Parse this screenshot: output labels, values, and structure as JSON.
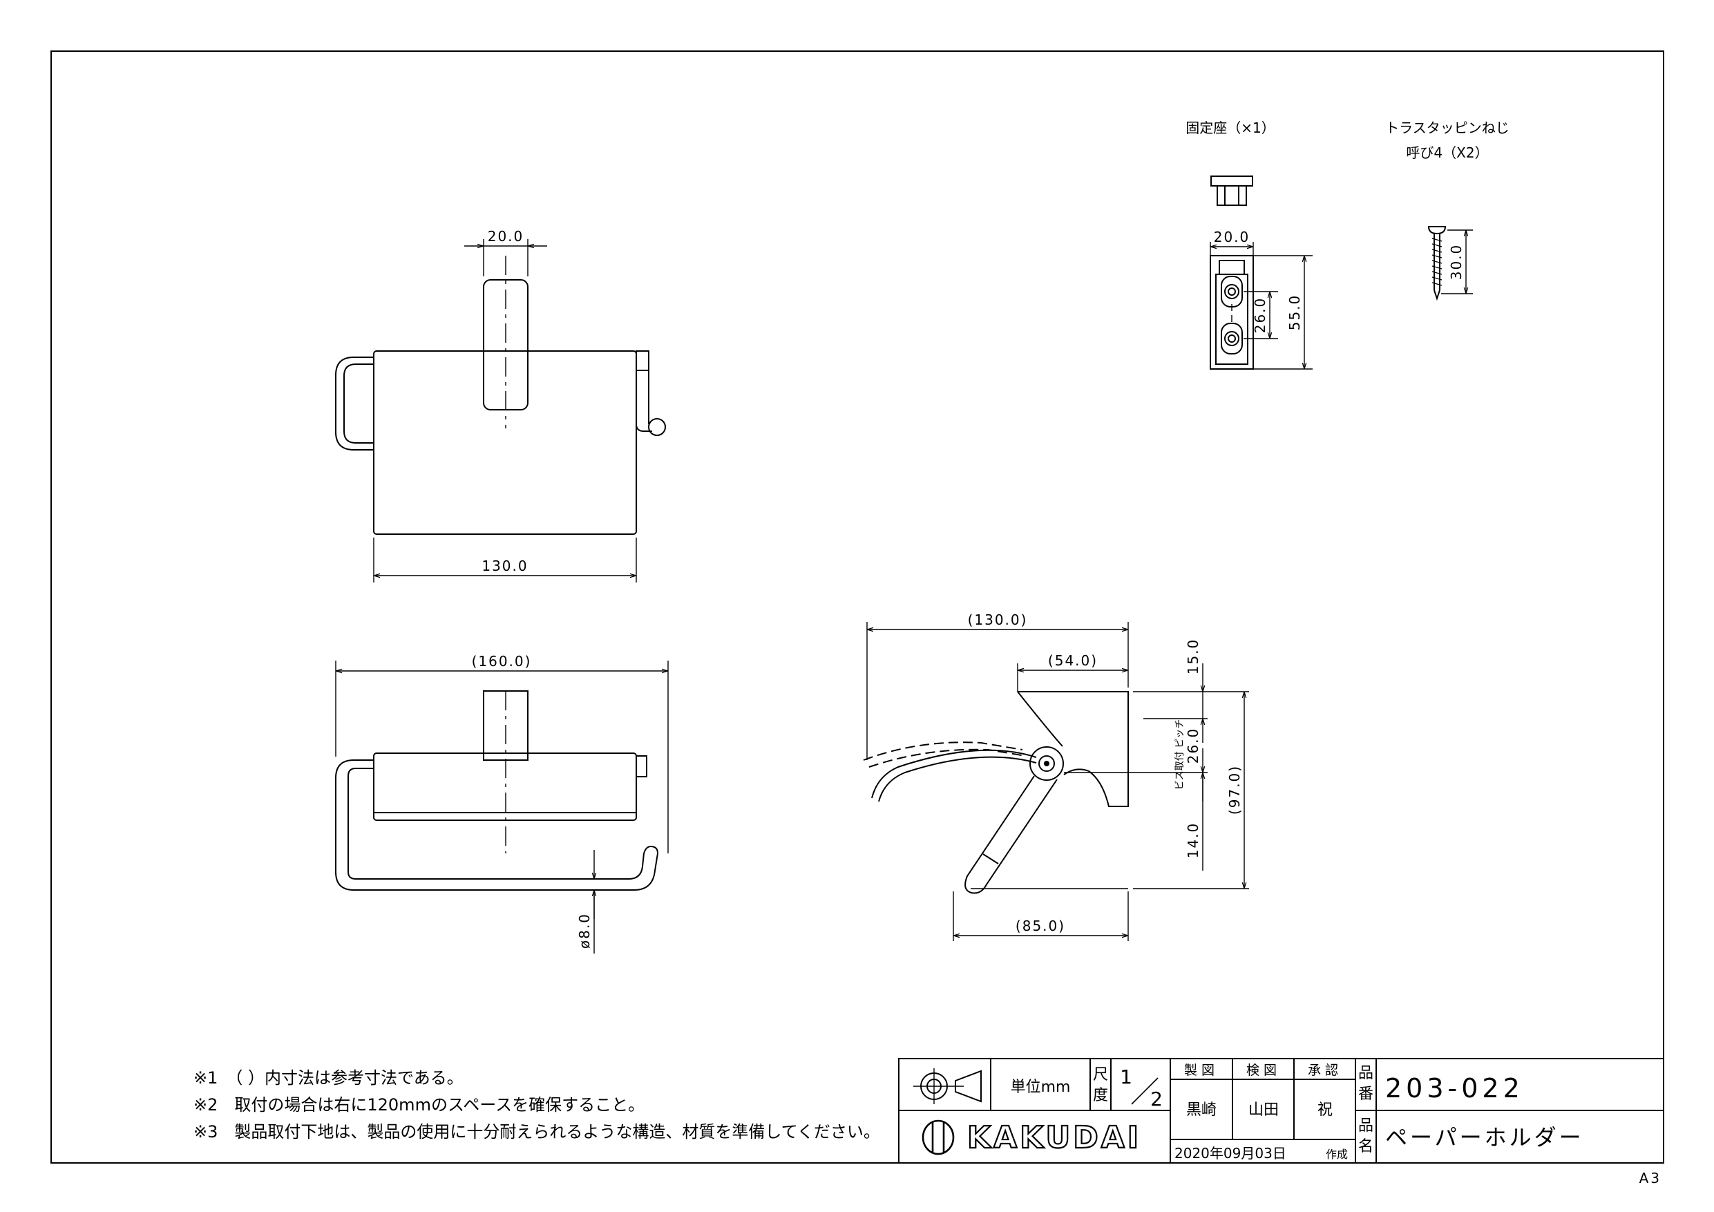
{
  "dimensions": {
    "front_top_width": "20.0",
    "front_width": "130.0",
    "bottom_overall": "(160.0)",
    "rod_diameter": "ø8.0",
    "side_depth": "(130.0)",
    "side_mount_offset": "(54.0)",
    "side_top": "15.0",
    "side_pitch": "26.0",
    "side_bottom": "14.0",
    "side_height": "(97.0)",
    "side_base": "(85.0)",
    "side_pitch_label": "ビス取付 ピッチ",
    "seat_width": "20.0",
    "seat_pitch": "26.0",
    "seat_height": "55.0",
    "screw_length": "30.0"
  },
  "parts": {
    "seat_label": "固定座（×1）",
    "screw_label_line1": "トラスタッピンねじ",
    "screw_label_line2": "呼び4（X2）"
  },
  "notes": [
    "※1　（ ）内寸法は参考寸法である。",
    "※2　取付の場合は右に120mmのスペースを確保すること。",
    "※3　製品取付下地は、製品の使用に十分耐えられるような構造、材質を準備してください。"
  ],
  "title_block": {
    "unit_label": "単位mm",
    "scale_label_1": "尺",
    "scale_label_2": "度",
    "scale_num": "1",
    "scale_den": "2",
    "drawn_header": "製図",
    "checked_header": "検図",
    "approved_header": "承認",
    "drawn_by": "黒崎",
    "checked_by": "山田",
    "approved_by": "祝",
    "date": "2020年09月03日",
    "created_label": "作成",
    "part_no_label_1": "品",
    "part_no_label_2": "番",
    "part_no": "203-022",
    "part_name_label_1": "品",
    "part_name_label_2": "名",
    "part_name": "ペーパーホルダー",
    "brand": "KAKUDAI"
  },
  "sheet_size": "A3"
}
